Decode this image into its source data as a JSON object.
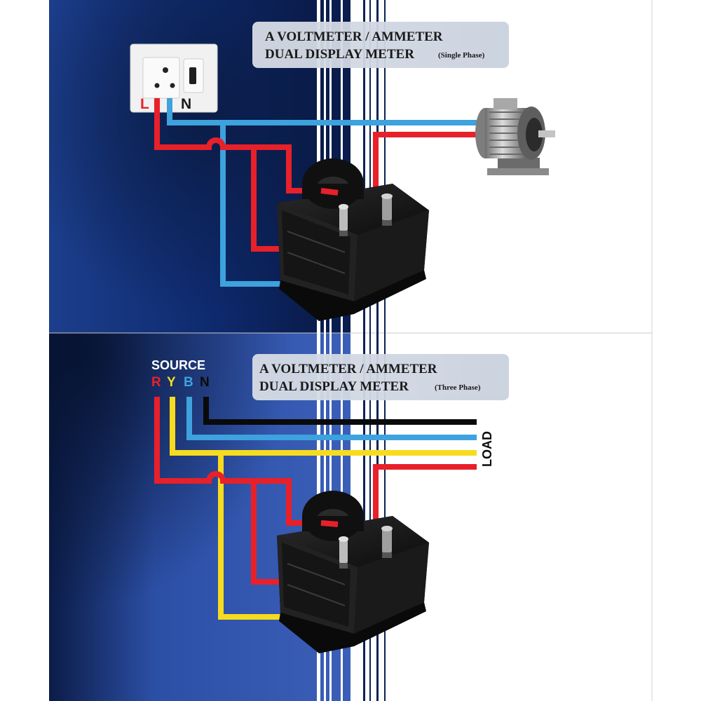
{
  "top_panel": {
    "title_line1": "A VOLTMETER / AMMETER",
    "title_line2": "DUAL DISPLAY METER",
    "title_suffix": "(Single Phase)",
    "label_live": "L",
    "label_neutral": "N"
  },
  "bottom_panel": {
    "title_line1": "A VOLTMETER / AMMETER",
    "title_line2": "DUAL DISPLAY METER",
    "title_suffix": "(Three Phase)",
    "source_label": "SOURCE",
    "phase_r": "R",
    "phase_y": "Y",
    "phase_b": "B",
    "phase_n": "N",
    "load_label": "LOAD"
  },
  "colors": {
    "red_wire": "#e8202a",
    "blue_wire": "#3da2dd",
    "yellow_wire": "#f7dc1e",
    "black_wire": "#0a0a0a",
    "navy": "#0b2256"
  }
}
